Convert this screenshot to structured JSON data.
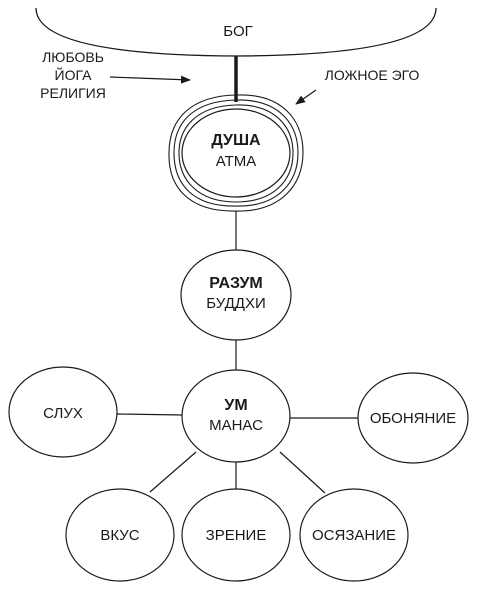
{
  "diagram": {
    "god": "БОГ",
    "path_labels": [
      "ЛЮБОВЬ",
      "ЙОГА",
      "РЕЛИГИЯ"
    ],
    "false_ego": "ЛОЖНОЕ ЭГО",
    "soul": {
      "title": "ДУША",
      "subtitle": "АТМА"
    },
    "intellect": {
      "title": "РАЗУМ",
      "subtitle": "БУДДХИ"
    },
    "mind": {
      "title": "УМ",
      "subtitle": "МАНАС"
    },
    "senses": {
      "hearing": "СЛУХ",
      "smell": "ОБОНЯНИЕ",
      "taste": "ВКУС",
      "sight": "ЗРЕНИЕ",
      "touch": "ОСЯЗАНИЕ"
    }
  }
}
